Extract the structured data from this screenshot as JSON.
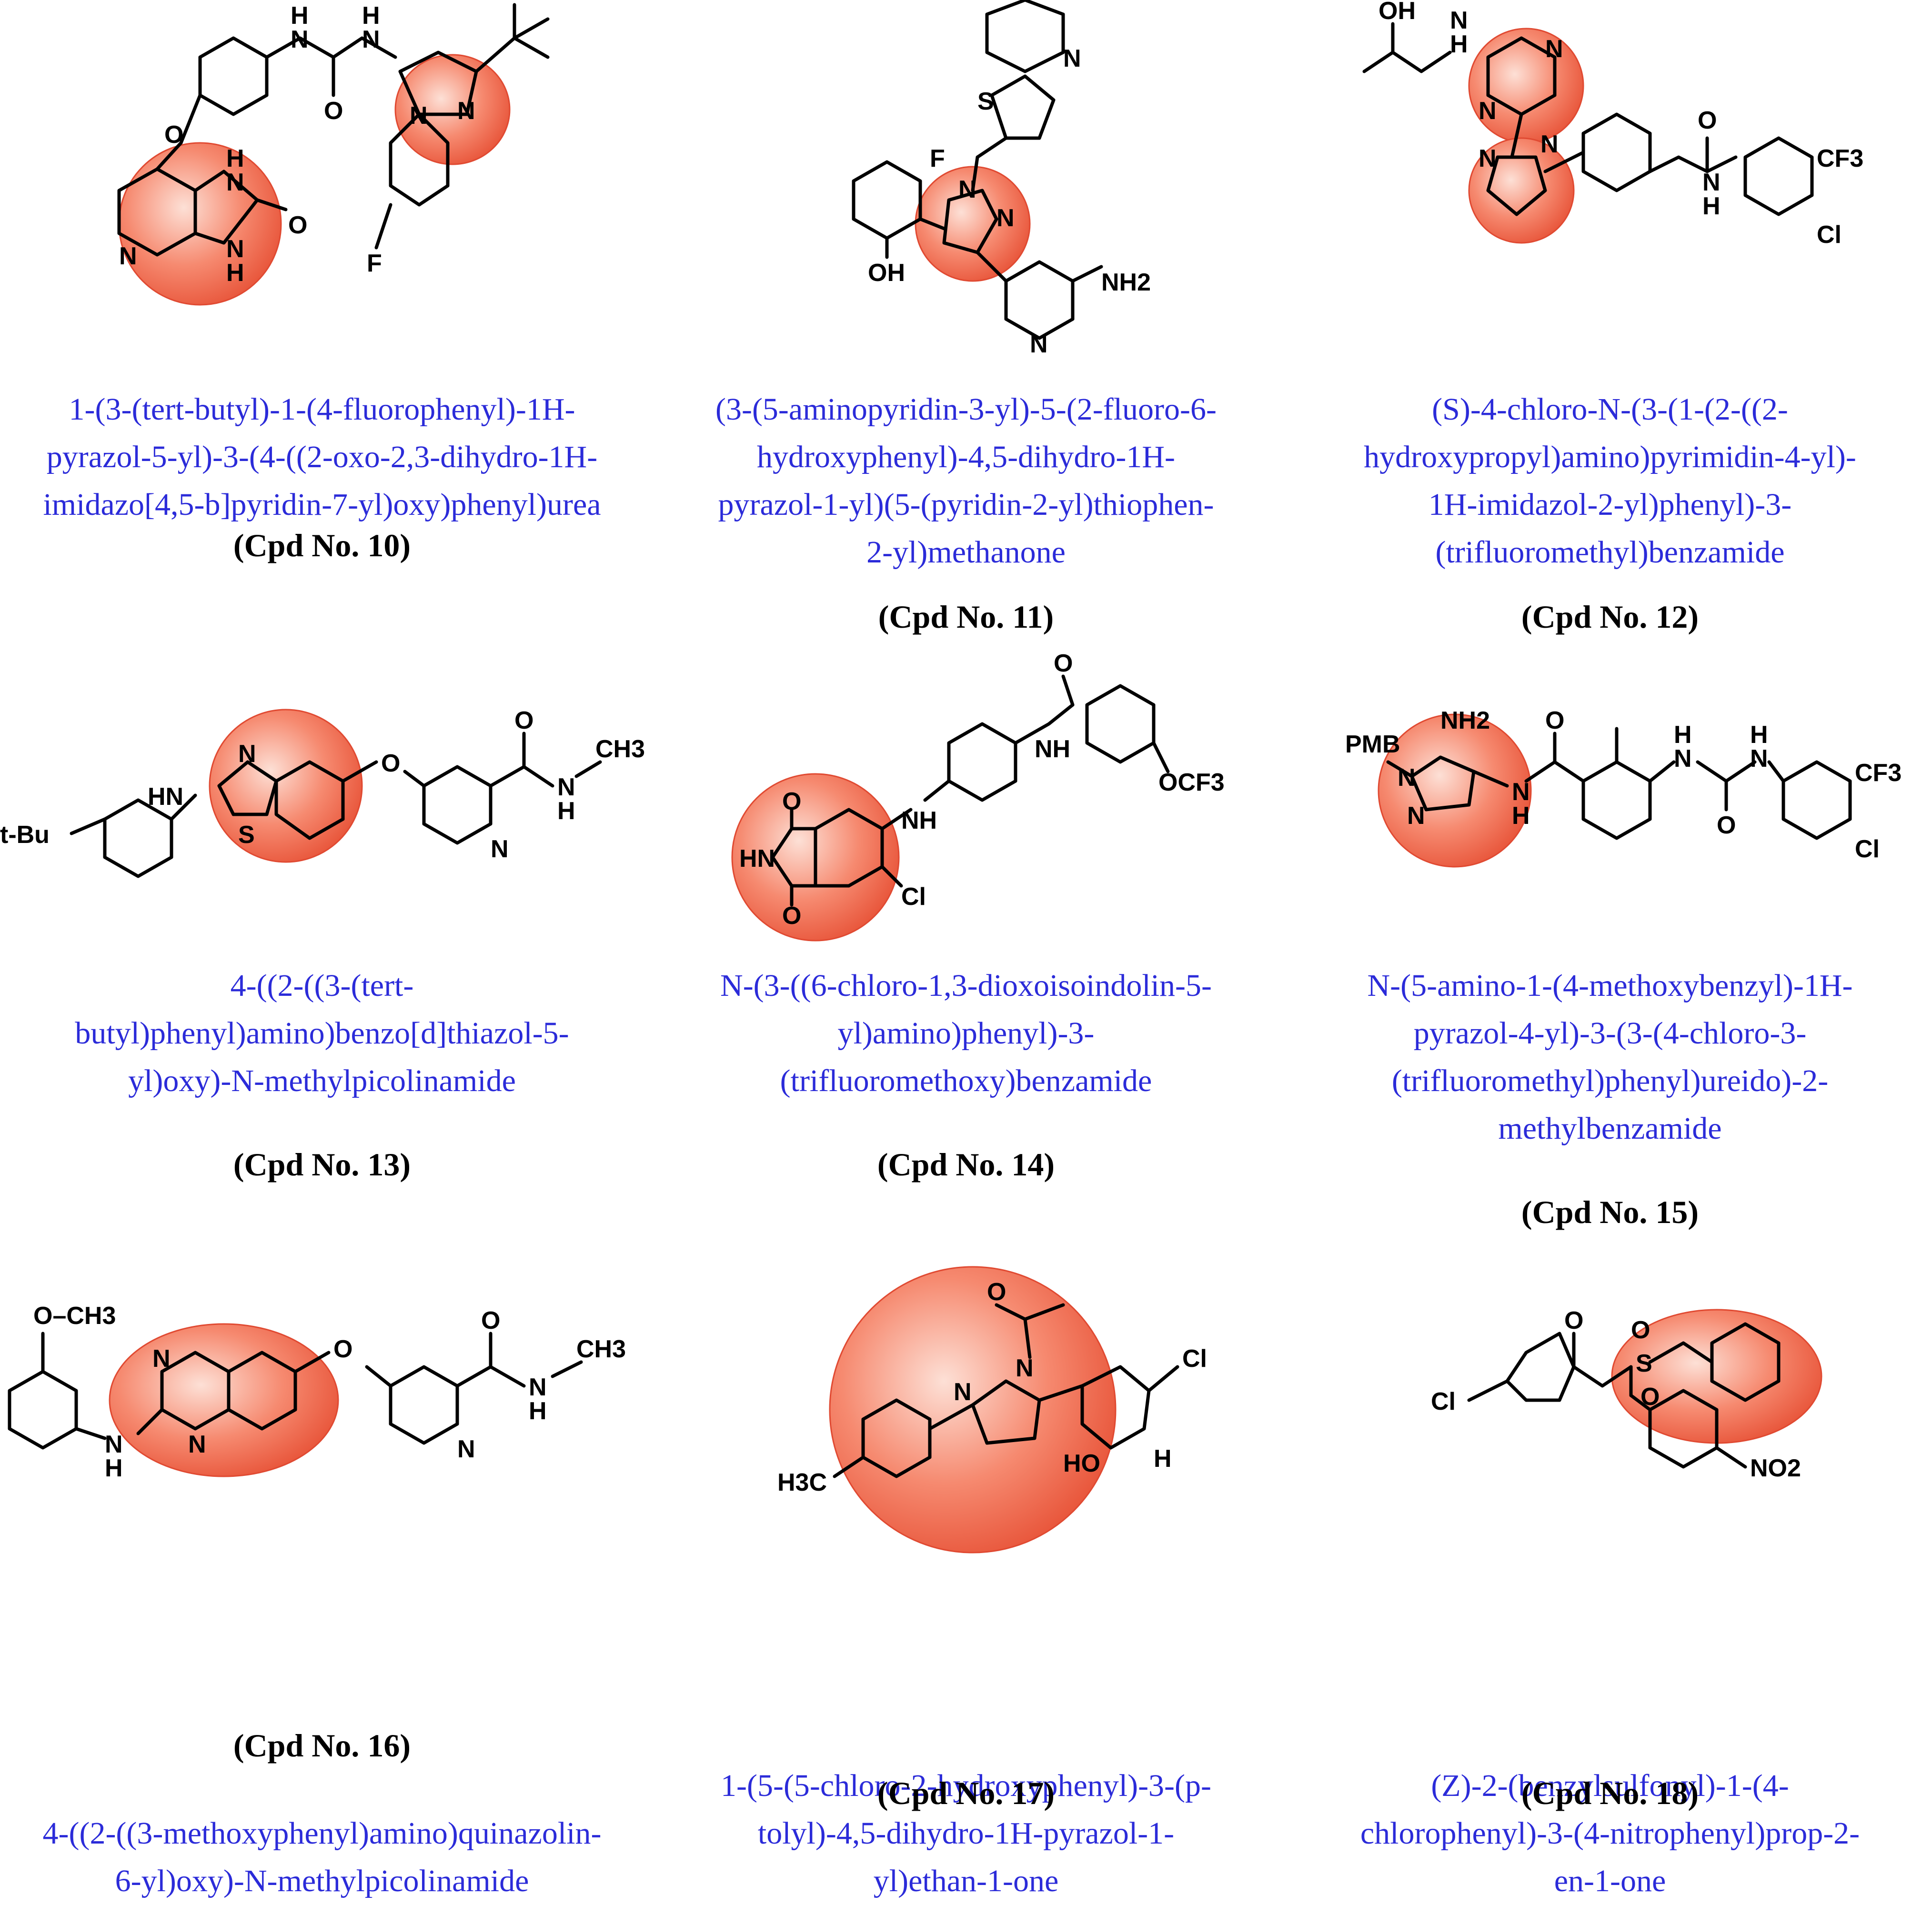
{
  "highlight_color": "#f4775c",
  "name_color": "#2b2bd9",
  "compounds": [
    {
      "name_lines": [
        "1-(3-(tert-butyl)-1-(4-fluorophenyl)-1H-",
        "pyrazol-5-yl)-3-(4-((2-oxo-2,3-dihydro-1H-",
        "imidazo[4,5-b]pyridin-7-yl)oxy)phenyl)urea"
      ],
      "label": "(Cpd No. 10)",
      "atoms": {
        "o": "O",
        "h1": "H",
        "n1": "N",
        "o2": "O",
        "n2": "N",
        "h2": "H",
        "npy": "N",
        "nh1": "H",
        "nh1n": "N",
        "nh2": "H",
        "nh2n": "N",
        "ourea": "O",
        "n3": "N",
        "n4": "N",
        "f": "F"
      }
    },
    {
      "name_lines": [
        "(3-(5-aminopyridin-3-yl)-5-(2-fluoro-6-",
        "hydroxyphenyl)-4,5-dihydro-1H-",
        "pyrazol-1-yl)(5-(pyridin-2-yl)thiophen-",
        "2-yl)methanone"
      ],
      "label": "(Cpd No. 11)",
      "atoms": {
        "s": "S",
        "f": "F",
        "n1": "N",
        "n2": "N",
        "oh": "OH",
        "nh2": "NH2",
        "npy": "N",
        "npy2": "N"
      }
    },
    {
      "name_lines": [
        "(S)-4-chloro-N-(3-(1-(2-((2-",
        "hydroxypropyl)amino)pyrimidin-4-yl)-",
        "1H-imidazol-2-yl)phenyl)-3-",
        "(trifluoromethyl)benzamide"
      ],
      "label": "(Cpd No. 12)",
      "atoms": {
        "oh": "OH",
        "nh": "N",
        "h": "H",
        "n1": "N",
        "n2": "N",
        "n3": "N",
        "n4": "N",
        "o": "O",
        "nh2": "N",
        "h2": "H",
        "cf3": "CF3",
        "cl": "Cl"
      }
    },
    {
      "name_lines": [
        "4-((2-((3-(tert-",
        "butyl)phenyl)amino)benzo[d]thiazol-5-",
        "yl)oxy)-N-methylpicolinamide"
      ],
      "label": "(Cpd No. 13)",
      "atoms": {
        "tbu": "t-Bu",
        "hn": "HN",
        "n": "N",
        "s": "S",
        "o": "O",
        "npy": "N",
        "oc": "O",
        "n2": "N",
        "h": "H",
        "ch3": "CH3"
      }
    },
    {
      "name_lines": [
        "N-(3-((6-chloro-1,3-dioxoisoindolin-5-",
        "yl)amino)phenyl)-3-",
        "(trifluoromethoxy)benzamide"
      ],
      "label": "(Cpd No. 14)",
      "atoms": {
        "o1": "O",
        "hn": "HN",
        "o2": "O",
        "nh": "NH",
        "cl": "Cl",
        "o3": "O",
        "nh2": "NH",
        "ocf3": "OCF3"
      }
    },
    {
      "name_lines": [
        "N-(5-amino-1-(4-methoxybenzyl)-1H-",
        "pyrazol-4-yl)-3-(3-(4-chloro-3-",
        "(trifluoromethyl)phenyl)ureido)-2-",
        "methylbenzamide"
      ],
      "label": "(Cpd No. 15)",
      "atoms": {
        "pmb": "PMB",
        "nh2": "NH2",
        "n1": "N",
        "n2": "N",
        "o": "O",
        "n3": "N",
        "h3": "H",
        "h4": "H",
        "n4": "N",
        "o2": "O",
        "h5": "H",
        "n5": "N",
        "cf3": "CF3",
        "cl": "Cl"
      }
    },
    {
      "name_lines": [
        "4-((2-((3-methoxyphenyl)amino)quinazolin-",
        "6-yl)oxy)-N-methylpicolinamide"
      ],
      "label": "(Cpd No. 16)",
      "atoms": {
        "och3": "O–CH3",
        "n1": "N",
        "n2": "N",
        "nh": "N",
        "h": "H",
        "o": "O",
        "npy": "N",
        "oc": "O",
        "n3": "N",
        "h3": "H",
        "ch3": "CH3"
      }
    },
    {
      "name_lines": [
        "1-(5-(5-chloro-2-hydroxyphenyl)-3-(p-",
        "tolyl)-4,5-dihydro-1H-pyrazol-1-",
        "yl)ethan-1-one"
      ],
      "label": "(Cpd No. 17)",
      "atoms": {
        "o": "O",
        "n1": "N",
        "n2": "N",
        "cl": "Cl",
        "ho": "HO",
        "h": "H",
        "h3c": "H3C"
      }
    },
    {
      "name_lines": [
        "(Z)-2-(benzylsulfonyl)-1-(4-",
        "chlorophenyl)-3-(4-nitrophenyl)prop-2-",
        "en-1-one"
      ],
      "label": "(Cpd No. 18)",
      "atoms": {
        "o": "O",
        "s": "S",
        "o1": "O",
        "o2": "O",
        "cl": "Cl",
        "no2": "NO2"
      }
    }
  ]
}
